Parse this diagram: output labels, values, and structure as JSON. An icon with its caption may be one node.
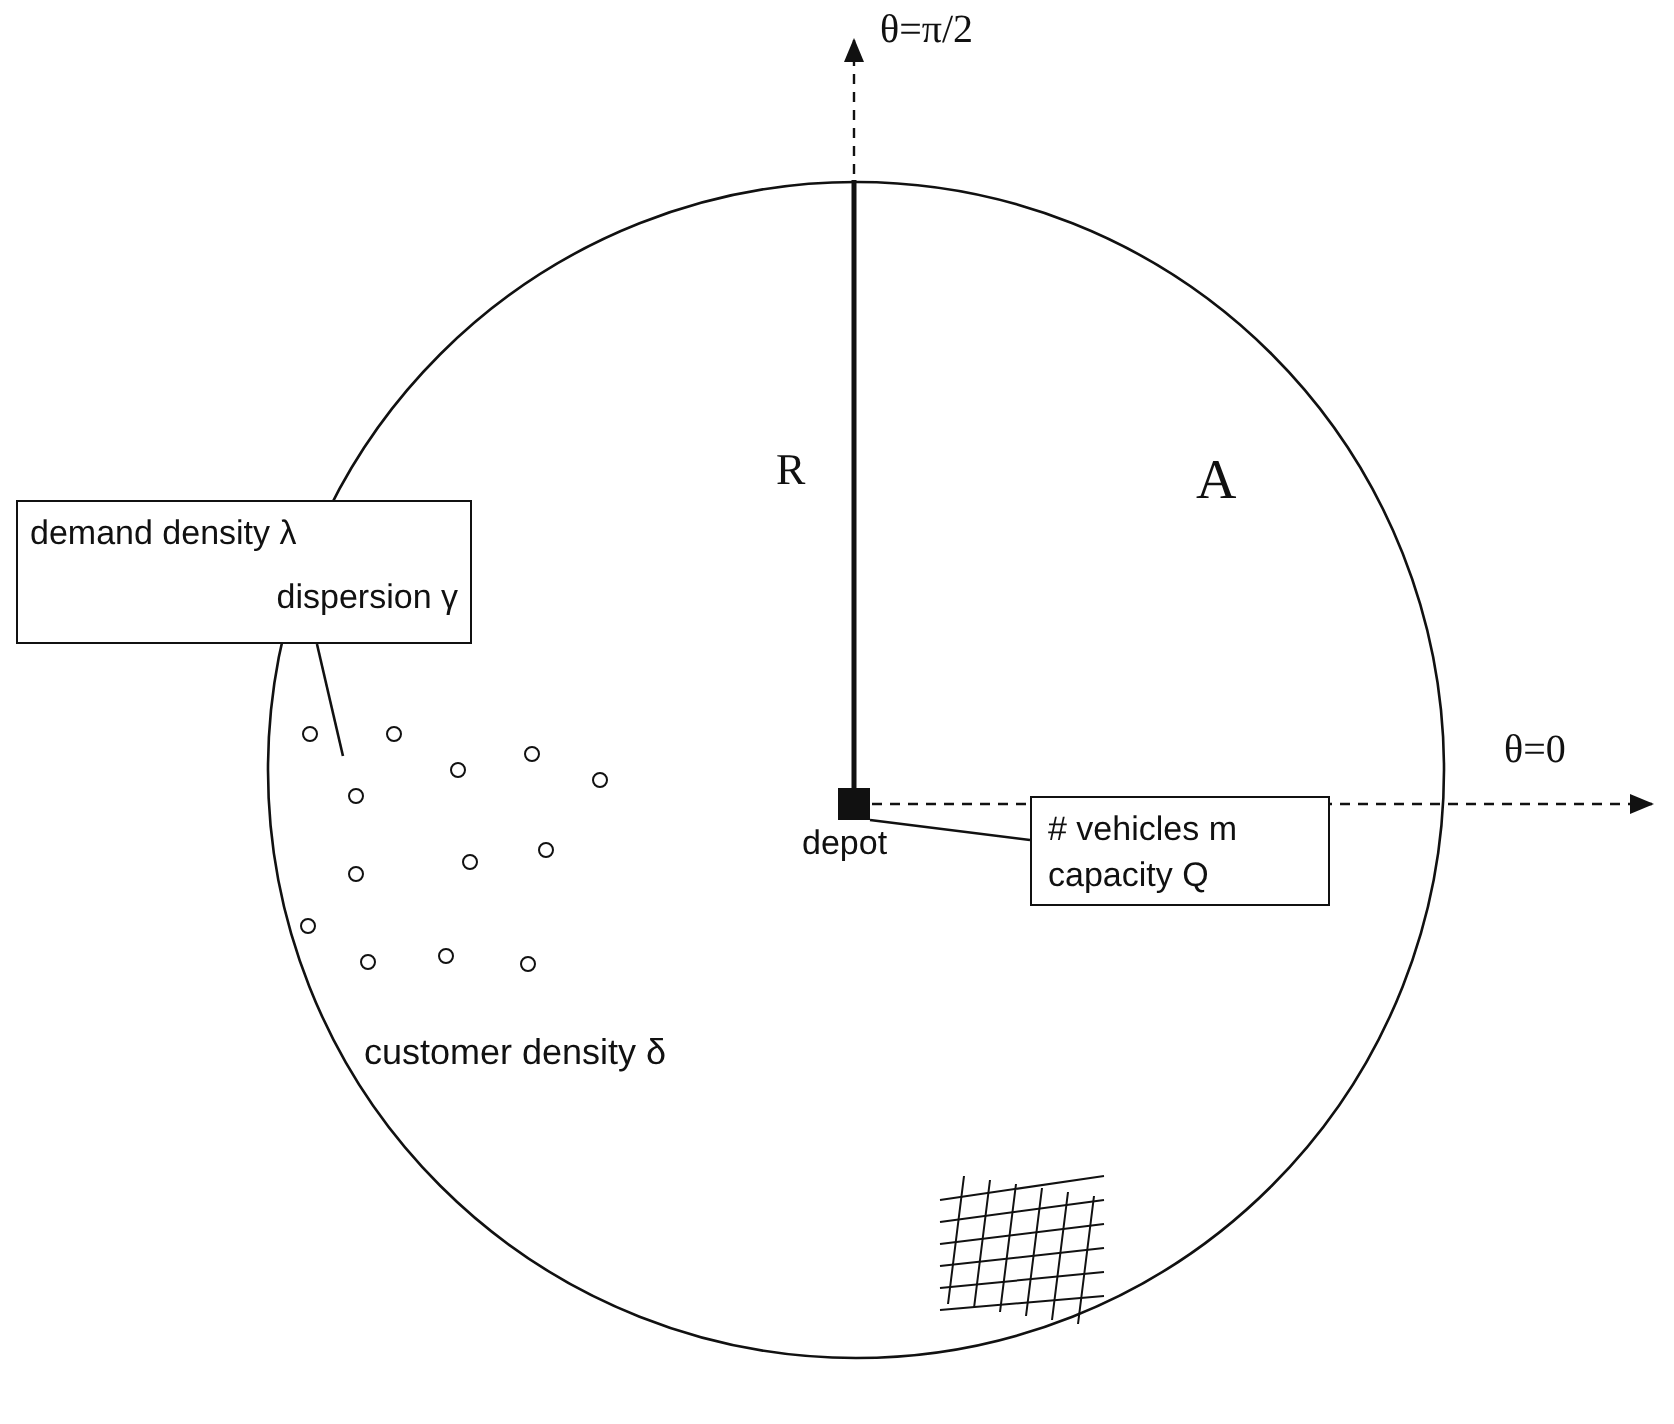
{
  "diagram": {
    "nodes": [
      {
        "text": [
          "A"
        ]
      },
      {
        "text": [
          "demand density λ",
          "dispersion γ"
        ]
      },
      {
        "text": [],
        "shape": "box",
        "in": 0,
        "beside": [
          "depot"
        ]
      },
      {
        "text": [
          "# vehicles m",
          "capacity Q"
        ],
        "in": 0
      }
    ],
    "edges": [
      {
        "from": 1,
        "to": null,
        "arrow": "none"
      },
      {
        "from": 3,
        "to": 2,
        "arrow": "none"
      }
    ],
    "labels": [
      "θ=π/2",
      "R",
      "θ=0",
      "customer density δ"
    ]
  }
}
